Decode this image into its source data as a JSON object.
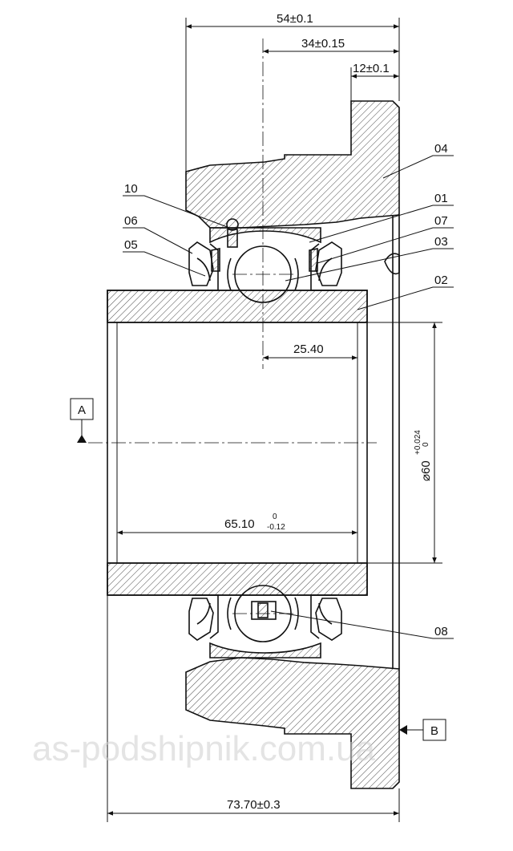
{
  "dimensions": {
    "overall_width": "54±0.1",
    "ball_center_offset": "34±0.15",
    "flange_width": "12±0.1",
    "ball_to_face": "25.40",
    "bore_diameter_symbol": "⌀60",
    "bore_diameter_tol_upper": "+0.024",
    "bore_diameter_tol_lower": "0",
    "inner_ring_width": "65.10",
    "inner_ring_tol_upper": "0",
    "inner_ring_tol_lower": "-0.12",
    "total_length": "73.70±0.3"
  },
  "datums": {
    "a": "A",
    "b": "B"
  },
  "part_labels": {
    "p01": "01",
    "p02": "02",
    "p03": "03",
    "p04": "04",
    "p05": "05",
    "p06": "06",
    "p07": "07",
    "p08": "08",
    "p10": "10"
  },
  "watermark": "as-podshipnik.com.ua"
}
